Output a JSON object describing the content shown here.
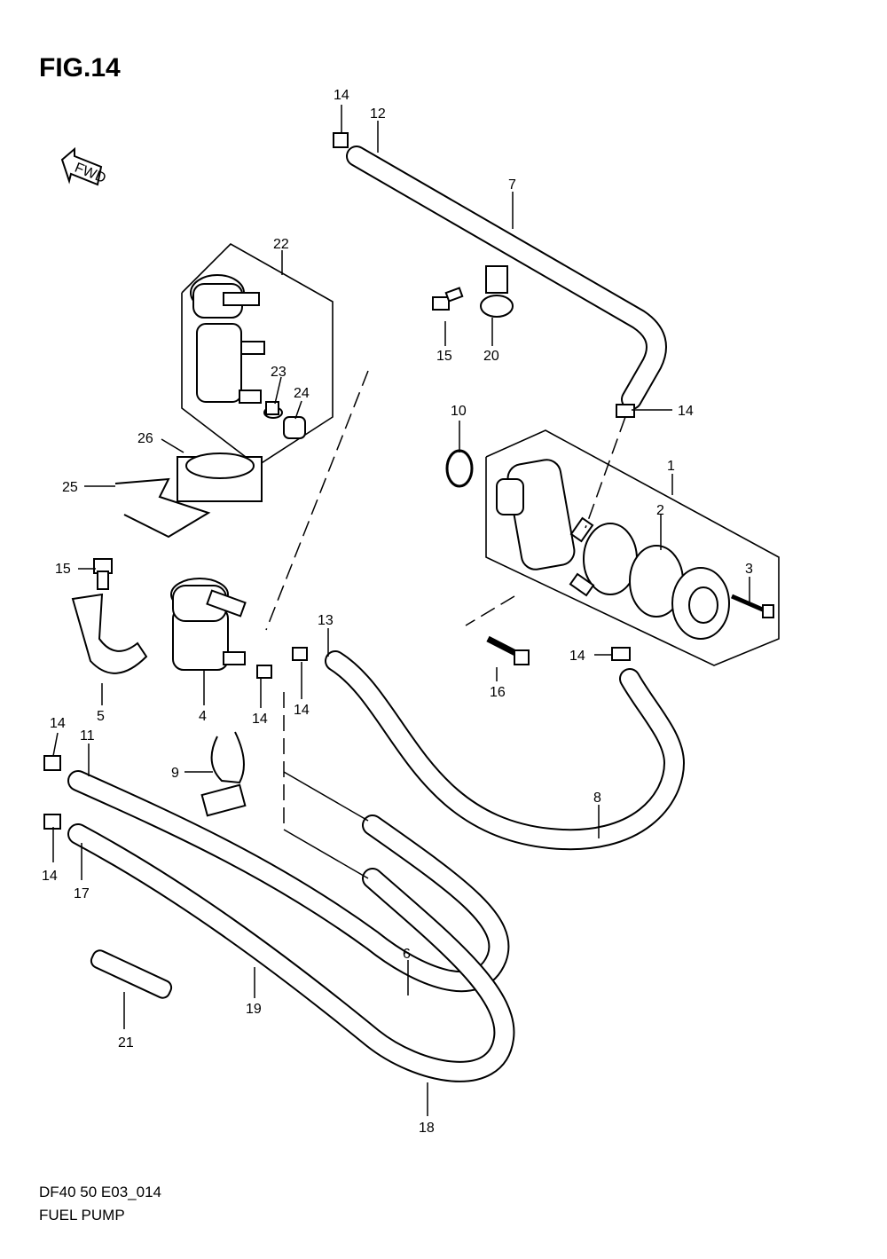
{
  "figure": {
    "title": "FIG.14",
    "model_code": "DF40 50 E03_014",
    "name": "FUEL PUMP",
    "direction_label": "FWD"
  },
  "callouts": {
    "c1": "1",
    "c2": "2",
    "c3": "3",
    "c4": "4",
    "c5": "5",
    "c6": "6",
    "c7": "7",
    "c8": "8",
    "c9": "9",
    "c10": "10",
    "c11": "11",
    "c12": "12",
    "c13": "13",
    "c14a": "14",
    "c14b": "14",
    "c14c": "14",
    "c14d": "14",
    "c14e": "14",
    "c14f": "14",
    "c14g": "14",
    "c15a": "15",
    "c15b": "15",
    "c16": "16",
    "c17": "17",
    "c18": "18",
    "c19": "19",
    "c20": "20",
    "c21": "21",
    "c22": "22",
    "c23": "23",
    "c24": "24",
    "c25": "25",
    "c26": "26"
  }
}
